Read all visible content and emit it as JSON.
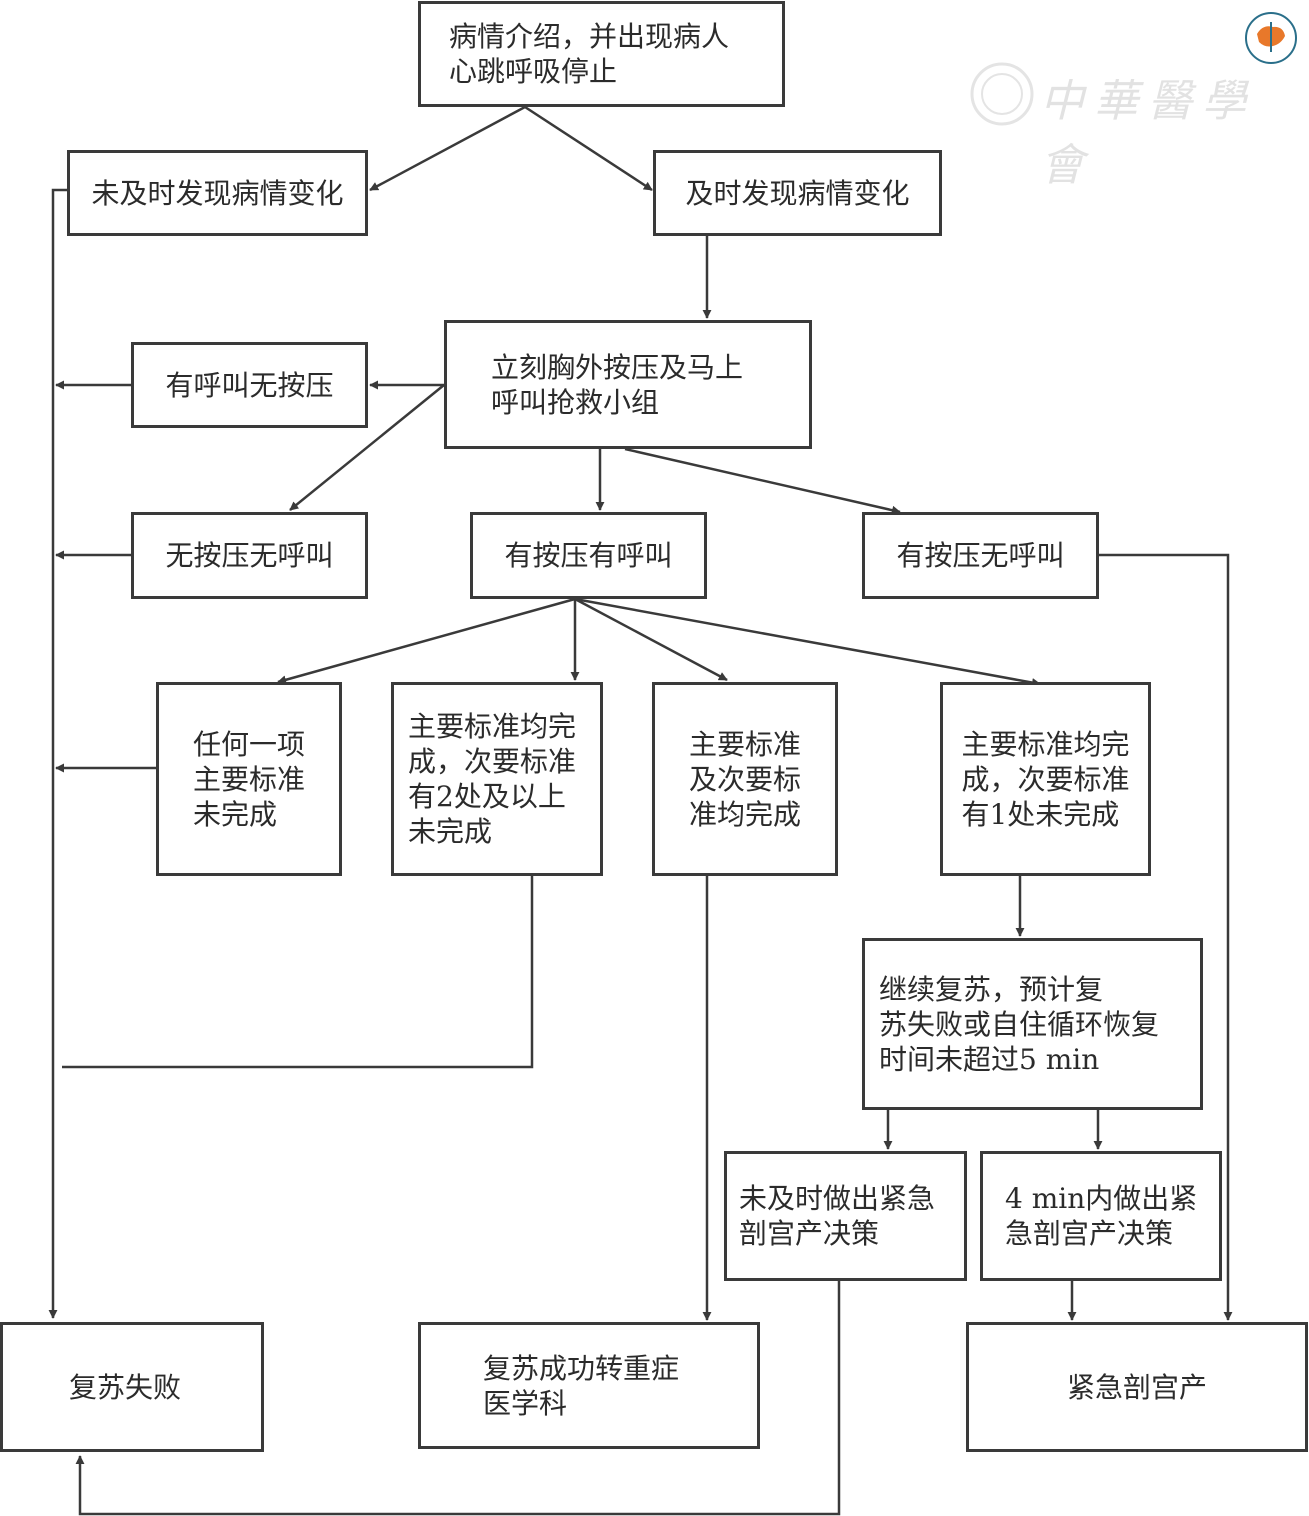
{
  "watermark": {
    "text": "中華醫學會",
    "logo_icon": "chinese-medical-association-logo",
    "brand_colors": {
      "orange": "#e8782a",
      "teal": "#2a6f8a"
    }
  },
  "nodes": {
    "start": "病情介绍，并出现病人\n心跳呼吸停止",
    "not_timely": "未及时发现病情变化",
    "timely": "及时发现病情变化",
    "immediate_cpr": "立刻胸外按压及马上\n呼叫抢救小组",
    "call_no_compress": "有呼叫无按压",
    "no_compress_no_call": "无按压无呼叫",
    "compress_and_call": "有按压有呼叫",
    "compress_no_call": "有按压无呼叫",
    "any_major_incomplete": "任何一项\n主要标准\n未完成",
    "major_done_minor_2plus": "主要标准均完\n成，次要标准\n有2处及以上\n未完成",
    "all_done": "主要标准\n及次要标\n准均完成",
    "major_done_minor_1": "主要标准均完\n成，次要标准\n有1处未完成",
    "continue_resus": "继续复苏，预计复\n苏失败或自住循环恢复\n时间未超过5 min",
    "no_timely_decision": "未及时做出紧急\n剖宫产决策",
    "decision_4min": "4 min内做出紧\n急剖宫产决策",
    "fail": "复苏失败",
    "success_icu": "复苏成功转重症\n医学科",
    "emergency_cs": "紧急剖宫产"
  },
  "colors": {
    "line": "#3a3a3a",
    "text": "#2b2b2b",
    "background": "#ffffff"
  }
}
